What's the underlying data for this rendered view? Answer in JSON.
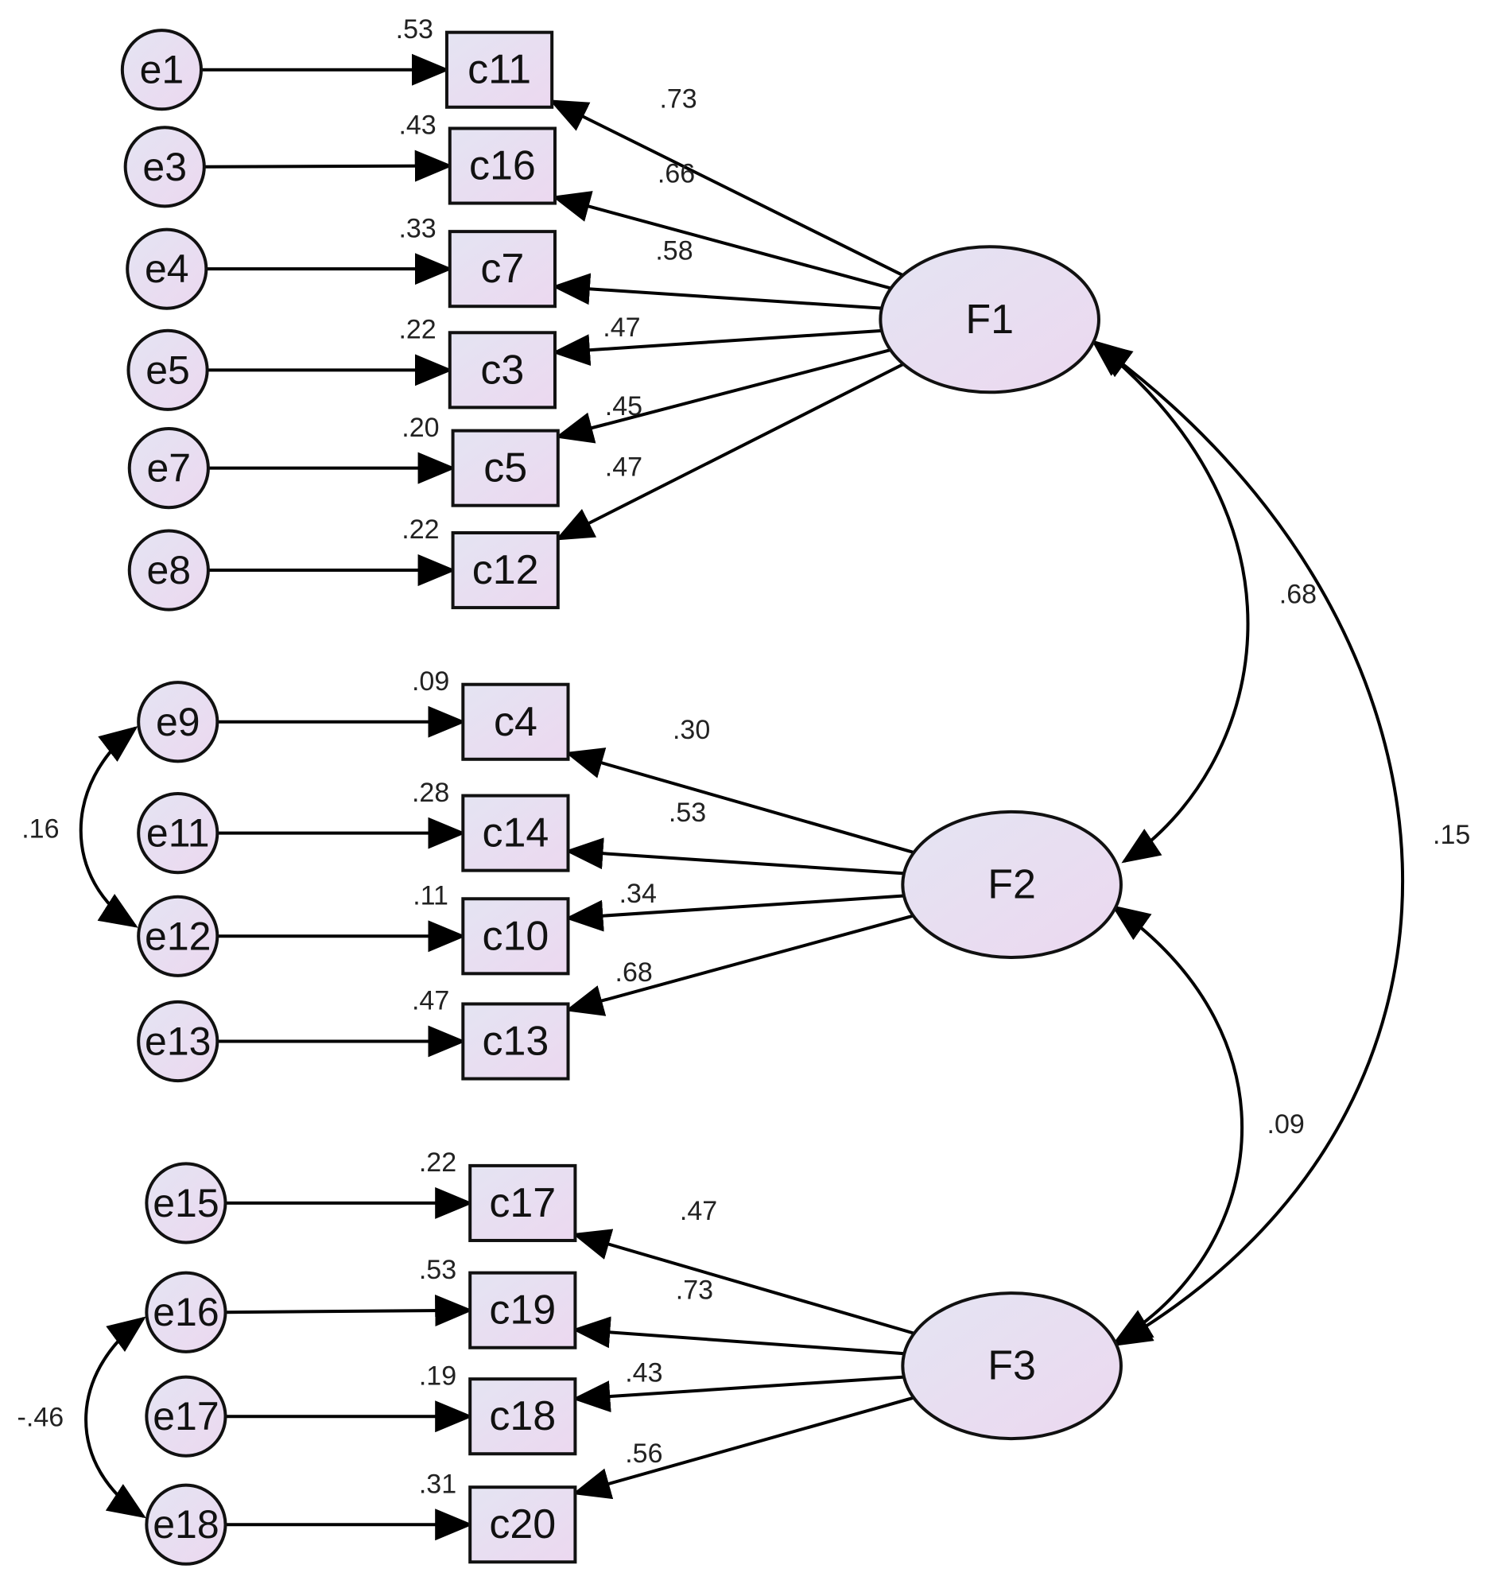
{
  "diagram": {
    "factors": [
      {
        "id": "F1",
        "label": "F1"
      },
      {
        "id": "F2",
        "label": "F2"
      },
      {
        "id": "F3",
        "label": "F3"
      }
    ],
    "items": [
      {
        "error": "e1",
        "indicator": "c11",
        "factor": "F1",
        "r2": ".53",
        "loading": ".73"
      },
      {
        "error": "e3",
        "indicator": "c16",
        "factor": "F1",
        "r2": ".43",
        "loading": ".66"
      },
      {
        "error": "e4",
        "indicator": "c7",
        "factor": "F1",
        "r2": ".33",
        "loading": ".58"
      },
      {
        "error": "e5",
        "indicator": "c3",
        "factor": "F1",
        "r2": ".22",
        "loading": ".47"
      },
      {
        "error": "e7",
        "indicator": "c5",
        "factor": "F1",
        "r2": ".20",
        "loading": ".45"
      },
      {
        "error": "e8",
        "indicator": "c12",
        "factor": "F1",
        "r2": ".22",
        "loading": ".47"
      },
      {
        "error": "e9",
        "indicator": "c4",
        "factor": "F2",
        "r2": ".09",
        "loading": ".30"
      },
      {
        "error": "e11",
        "indicator": "c14",
        "factor": "F2",
        "r2": ".28",
        "loading": ".53"
      },
      {
        "error": "e12",
        "indicator": "c10",
        "factor": "F2",
        "r2": ".11",
        "loading": ".34"
      },
      {
        "error": "e13",
        "indicator": "c13",
        "factor": "F2",
        "r2": ".47",
        "loading": ".68"
      },
      {
        "error": "e15",
        "indicator": "c17",
        "factor": "F3",
        "r2": ".22",
        "loading": ".47"
      },
      {
        "error": "e16",
        "indicator": "c19",
        "factor": "F3",
        "r2": ".53",
        "loading": ".73"
      },
      {
        "error": "e17",
        "indicator": "c18",
        "factor": "F3",
        "r2": ".19",
        "loading": ".43"
      },
      {
        "error": "e18",
        "indicator": "c20",
        "factor": "F3",
        "r2": ".31",
        "loading": ".56"
      }
    ],
    "factor_correlations": [
      {
        "from": "F1",
        "to": "F2",
        "value": ".68"
      },
      {
        "from": "F2",
        "to": "F3",
        "value": ".09"
      },
      {
        "from": "F1",
        "to": "F3",
        "value": ".15"
      }
    ],
    "error_covariances": [
      {
        "from": "e9",
        "to": "e12",
        "value": ".16"
      },
      {
        "from": "e16",
        "to": "e18",
        "value": "-.46"
      }
    ],
    "colors": {
      "fill_start": "#e4e4f2",
      "fill_end": "#ecd8f0",
      "stroke": "#111111",
      "arrow": "#000000"
    }
  }
}
